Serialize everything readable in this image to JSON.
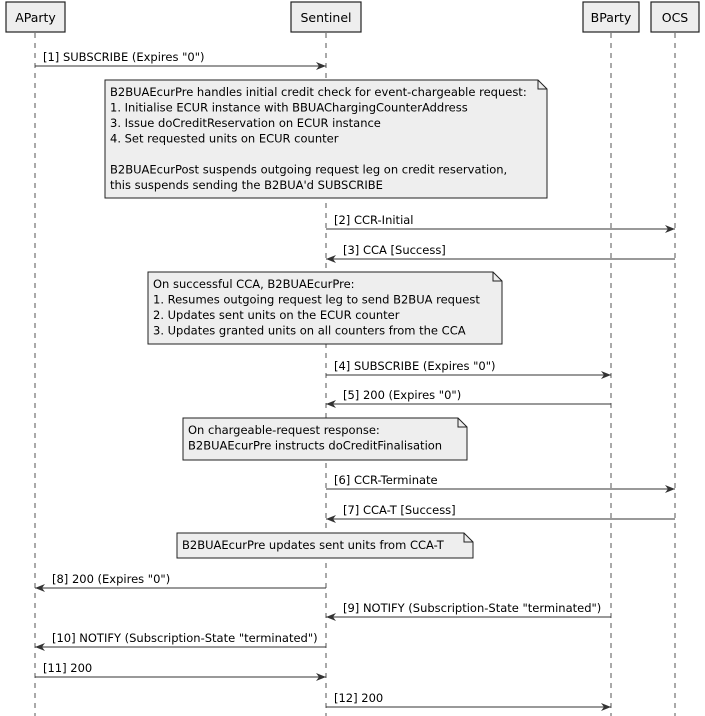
{
  "participants": [
    {
      "id": "aparty",
      "name": "AParty"
    },
    {
      "id": "sentinel",
      "name": "Sentinel"
    },
    {
      "id": "bparty",
      "name": "BParty"
    },
    {
      "id": "ocs",
      "name": "OCS"
    }
  ],
  "messages": [
    {
      "from": "aparty",
      "to": "sentinel",
      "label": "[1] SUBSCRIBE (Expires \"0\")"
    },
    {
      "from": "sentinel",
      "to": "ocs",
      "label": "[2] CCR-Initial"
    },
    {
      "from": "ocs",
      "to": "sentinel",
      "label": "[3] CCA [Success]"
    },
    {
      "from": "sentinel",
      "to": "bparty",
      "label": "[4] SUBSCRIBE (Expires \"0\")"
    },
    {
      "from": "bparty",
      "to": "sentinel",
      "label": "[5] 200 (Expires \"0\")"
    },
    {
      "from": "sentinel",
      "to": "ocs",
      "label": "[6] CCR-Terminate"
    },
    {
      "from": "ocs",
      "to": "sentinel",
      "label": "[7] CCA-T [Success]"
    },
    {
      "from": "sentinel",
      "to": "aparty",
      "label": "[8] 200 (Expires \"0\")"
    },
    {
      "from": "bparty",
      "to": "sentinel",
      "label": "[9] NOTIFY (Subscription-State \"terminated\")"
    },
    {
      "from": "sentinel",
      "to": "aparty",
      "label": "[10] NOTIFY (Subscription-State \"terminated\")"
    },
    {
      "from": "aparty",
      "to": "sentinel",
      "label": "[11] 200"
    },
    {
      "from": "sentinel",
      "to": "bparty",
      "label": "[12] 200"
    }
  ],
  "notes": [
    {
      "lines": [
        "B2BUAEcurPre handles initial credit check for event-chargeable request:",
        "1. Initialise ECUR instance with BBUAChargingCounterAddress",
        "3. Issue doCreditReservation on ECUR instance",
        "4. Set requested units on ECUR counter",
        "",
        "B2BUAEcurPost suspends outgoing request leg on credit reservation,",
        "this suspends sending the B2BUA'd SUBSCRIBE"
      ]
    },
    {
      "lines": [
        "On successful CCA, B2BUAEcurPre:",
        "1. Resumes outgoing request leg to send B2BUA request",
        "2. Updates sent units on the ECUR counter",
        "3. Updates granted units on all counters from the CCA"
      ]
    },
    {
      "lines": [
        "On chargeable-request response:",
        "B2BUAEcurPre instructs doCreditFinalisation"
      ]
    },
    {
      "lines": [
        "B2BUAEcurPre updates sent units from CCA-T"
      ]
    }
  ],
  "colors": {
    "note_fill": "#eeeeee",
    "participant_fill": "#eeeeee",
    "line": "#000000",
    "lifeline": "#555555"
  }
}
